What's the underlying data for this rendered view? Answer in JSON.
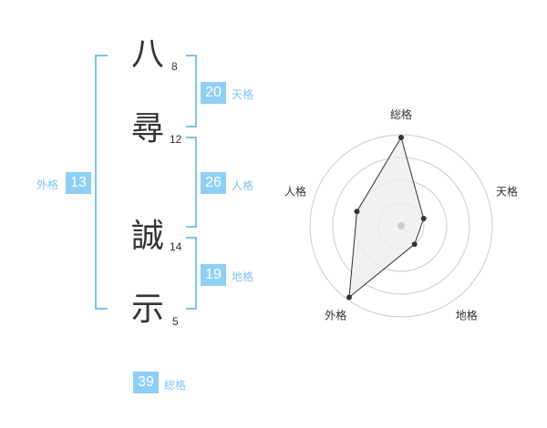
{
  "name": {
    "characters": [
      {
        "char": "八",
        "strokes": "8"
      },
      {
        "char": "尋",
        "strokes": "12"
      },
      {
        "char": "誠",
        "strokes": "14"
      },
      {
        "char": "示",
        "strokes": "5"
      }
    ]
  },
  "fortunes": {
    "tenkaku": {
      "value": "20",
      "label": "天格"
    },
    "jinkaku": {
      "value": "26",
      "label": "人格"
    },
    "chikaku": {
      "value": "19",
      "label": "地格"
    },
    "gaikaku": {
      "value": "13",
      "label": "外格"
    },
    "soukaku": {
      "value": "39",
      "label": "総格"
    }
  },
  "colors": {
    "accent": "#8ecff5",
    "bracket": "#7fc4ee",
    "text": "#333333",
    "ring": "#cccccc"
  },
  "chart_data": {
    "type": "radar",
    "axes": [
      "総格",
      "天格",
      "地格",
      "外格",
      "人格"
    ],
    "values": [
      0.97,
      0.26,
      0.25,
      0.97,
      0.51
    ],
    "rings": 4,
    "range": [
      0,
      1
    ]
  }
}
